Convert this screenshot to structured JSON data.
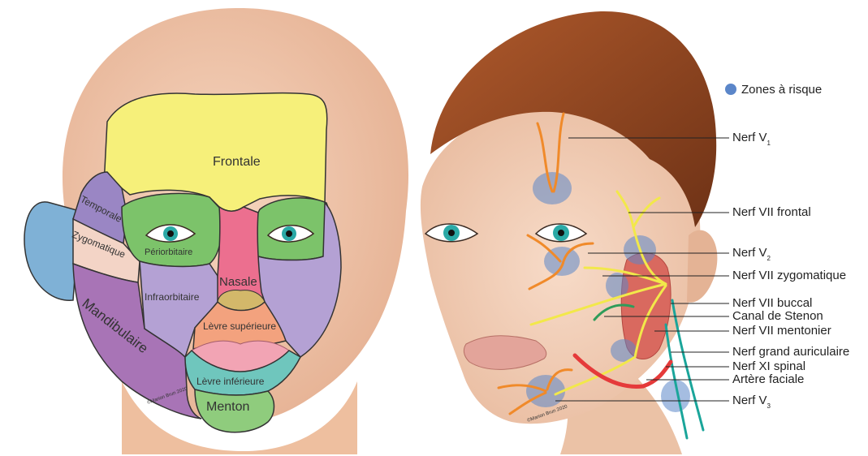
{
  "left_diagram": {
    "zones": {
      "frontale": "Frontale",
      "temporale": "Temporale",
      "zygomatique": "Zygomatique",
      "periorbitaire": "Périorbitaire",
      "nasale": "Nasale",
      "infraorbitaire": "Infraorbitaire",
      "mandibulaire": "Mandibulaire",
      "levre_superieure": "Lèvre supérieure",
      "levre_inferieure": "Lèvre inférieure",
      "menton": "Menton"
    },
    "signature": "©Marion Brun 2020",
    "colors": {
      "frontale": "#f6f07a",
      "temporale": "#9a86c4",
      "zygomatique": "#f3d4c6",
      "periorbitaire": "#7cc36a",
      "nasale": "#ec6f8f",
      "infraorbitaire": "#b4a1d4",
      "mandibulaire": "#a874b6",
      "levre_superieure": "#f3a27e",
      "levre_inferieure": "#6fc6bd",
      "menton": "#8fcc7d",
      "ear": "#7fb1d6",
      "skin": "#f3c9ad"
    }
  },
  "right_diagram": {
    "legend": {
      "label": "Zones à risque",
      "color": "#5b86c9"
    },
    "callouts": {
      "nerf_v1": {
        "text": "Nerf V",
        "sub": "1"
      },
      "nerf_vii_frontal": "Nerf VII frontal",
      "nerf_v2": {
        "text": "Nerf V",
        "sub": "2"
      },
      "nerf_vii_zygomatique": "Nerf VII zygomatique",
      "nerf_vii_buccal": "Nerf VII buccal",
      "canal_stenon": "Canal de Stenon",
      "nerf_vii_mentonier": "Nerf VII mentonier",
      "nerf_grand_auriculaire": "Nerf grand auriculaire",
      "nerf_xi_spinal": "Nerf XI spinal",
      "artere_faciale": "Artère faciale",
      "nerf_v3": {
        "text": "Nerf V",
        "sub": "3"
      }
    },
    "signature": "©Marion Brun 2020",
    "colors": {
      "trigeminal": "#f08a2a",
      "facial_nerve": "#f2e84a",
      "stenon": "#2e9c5a",
      "artery": "#e53a3a",
      "spinal": "#1aa59a",
      "parotid": "#d9695f",
      "hair": "#9a4a24"
    }
  }
}
